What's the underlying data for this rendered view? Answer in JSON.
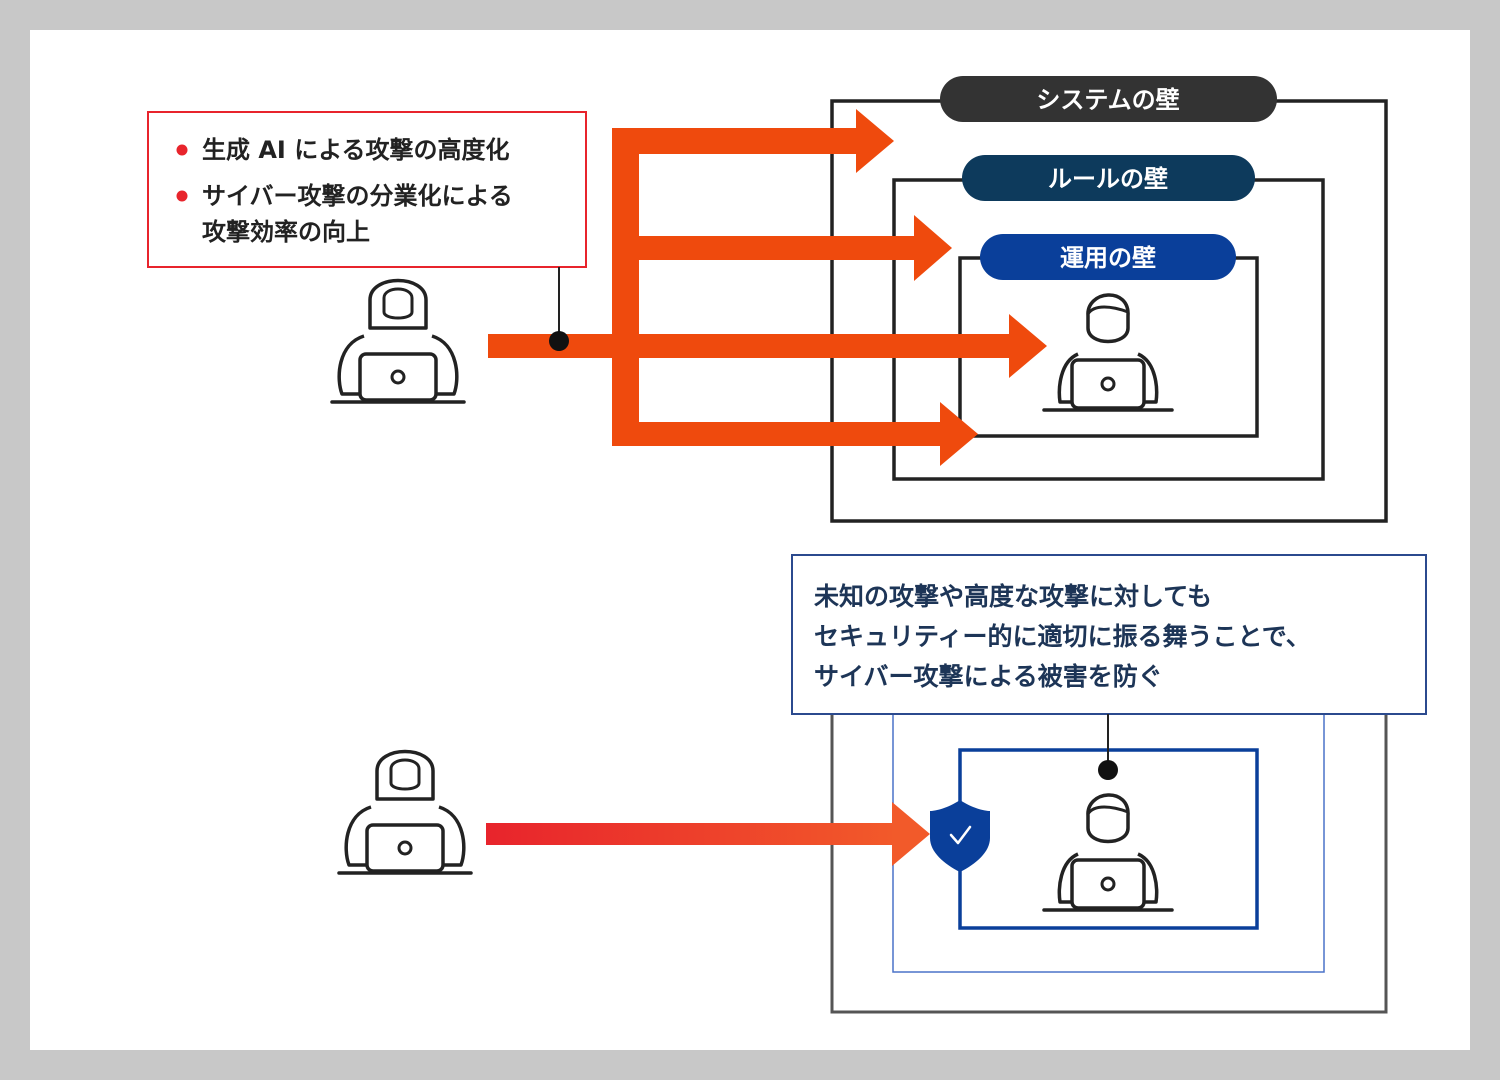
{
  "attack_box": {
    "bullets": [
      {
        "lines": [
          "生成 AI による攻撃の高度化"
        ]
      },
      {
        "lines": [
          "サイバー攻撃の分業化による",
          "攻撃効率の向上"
        ]
      }
    ]
  },
  "walls": {
    "system": "システムの壁",
    "rule": "ルールの壁",
    "operation": "運用の壁"
  },
  "solution_box": {
    "lines": [
      "未知の攻撃や高度な攻撃に対しても",
      "セキュリティー的に適切に振る舞うことで、",
      "サイバー攻撃による被害を防ぐ"
    ]
  },
  "colors": {
    "attack_orange": "#ef4a0d",
    "attack_red": "#e8242c",
    "wall_system": "#333333",
    "wall_rule": "#0d3a5c",
    "wall_operation": "#0a3f9a",
    "solution_border": "#2b4a8e",
    "solution_text": "#1d3557",
    "shield": "#0a3f9a",
    "bullet_red": "#e8242c"
  },
  "icons": {
    "hacker": "hooded-hacker-icon",
    "user": "office-worker-icon",
    "shield": "shield-check-icon"
  }
}
